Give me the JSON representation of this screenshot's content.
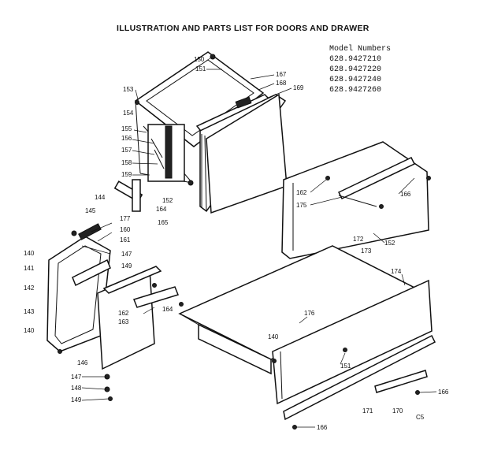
{
  "title": "ILLUSTRATION AND PARTS LIST FOR DOORS AND DRAWER",
  "model_heading": "Model Numbers",
  "model_numbers": [
    "628.9427210",
    "628.9427220",
    "628.9427240",
    "628.9427260"
  ],
  "part_labels": {
    "p150": "150",
    "p151": "151",
    "p167": "167",
    "p168": "168",
    "p169": "169",
    "p153": "153",
    "p154": "154",
    "p155": "155",
    "p156": "156",
    "p157": "157",
    "p158": "158",
    "p159": "159",
    "p144": "144",
    "p152a": "152",
    "p164a": "164",
    "p165": "165",
    "p162a": "162",
    "p175": "175",
    "p166a": "166",
    "p172": "172",
    "p152b": "152",
    "p173": "173",
    "p145": "145",
    "p177": "177",
    "p160": "160",
    "p161": "161",
    "p140a": "140",
    "p147a": "147",
    "p149a": "149",
    "p141": "141",
    "p142": "142",
    "p143": "143",
    "p140b": "140",
    "p162b": "162",
    "p163": "163",
    "p164b": "164",
    "p174": "174",
    "p176": "176",
    "p140c": "140",
    "p151b": "151",
    "p146": "146",
    "p147b": "147",
    "p148": "148",
    "p149b": "149",
    "p166b": "166",
    "p171": "171",
    "p170": "170",
    "p166c": "166"
  },
  "corner_code": "C5"
}
